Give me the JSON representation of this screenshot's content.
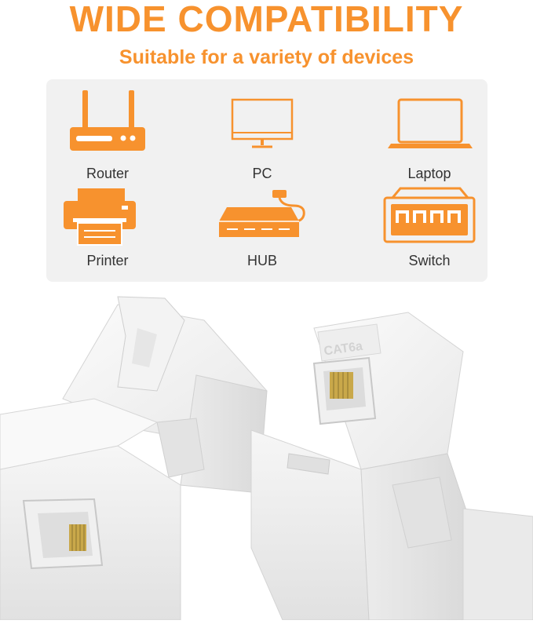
{
  "header": {
    "title": "WIDE COMPATIBILITY",
    "subtitle": "Suitable for a variety of devices"
  },
  "colors": {
    "accent": "#f7922e",
    "panel": "#f1f1f1",
    "label": "#333333"
  },
  "devices": [
    {
      "label": "Router",
      "icon": "router-icon"
    },
    {
      "label": "PC",
      "icon": "pc-icon"
    },
    {
      "label": "Laptop",
      "icon": "laptop-icon"
    },
    {
      "label": "Printer",
      "icon": "printer-icon"
    },
    {
      "label": "HUB",
      "icon": "hub-icon"
    },
    {
      "label": "Switch",
      "icon": "switch-icon"
    }
  ],
  "product": {
    "jack_marking": "CAT6a"
  }
}
